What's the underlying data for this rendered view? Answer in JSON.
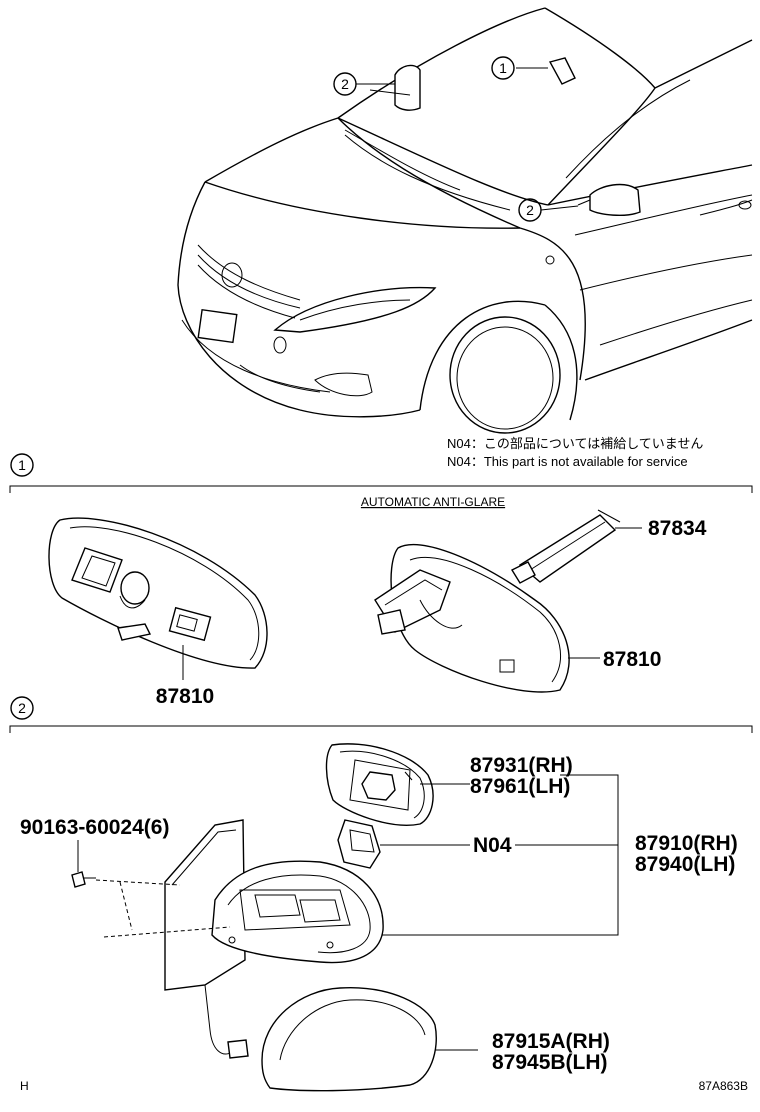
{
  "notes": {
    "n04_jp": "N04：この部品については補給していません",
    "n04_en": "N04：This part is not available for service"
  },
  "sections": {
    "s1_marker": "1",
    "s2_marker": "2",
    "s1_title": "AUTOMATIC ANTI-GLARE"
  },
  "callouts": {
    "c1": "1",
    "c2a": "2",
    "c2b": "2"
  },
  "parts": {
    "p87834": "87834",
    "p87810_left": "87810",
    "p87810_right": "87810",
    "p87931": "87931(RH)",
    "p87961": "87961(LH)",
    "pN04": "N04",
    "p87910": "87910(RH)",
    "p87940": "87940(LH)",
    "p90163": "90163-60024(6)",
    "p87915": "87915A(RH)",
    "p87945": "87945B(LH)"
  },
  "footer": {
    "left": "H",
    "right": "87A863B"
  },
  "icons": [
    "car-illustration",
    "inner-mirror-drawing",
    "outer-mirror-drawing"
  ]
}
